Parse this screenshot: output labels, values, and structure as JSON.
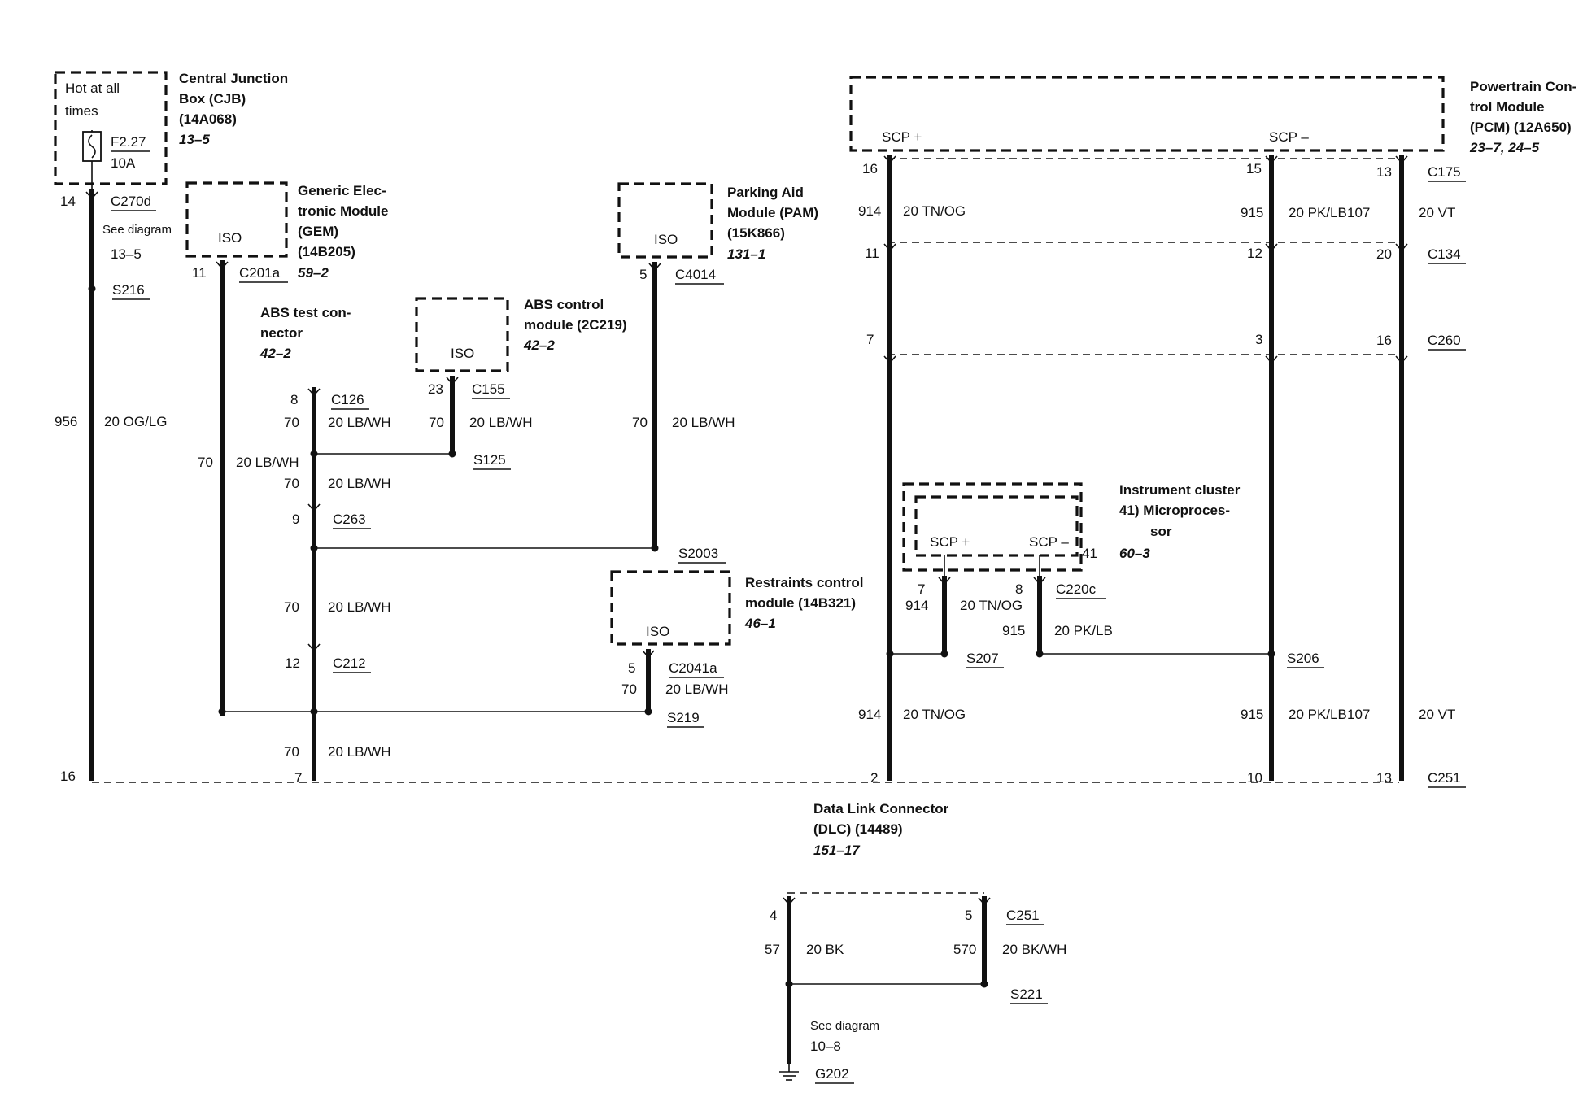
{
  "modules": {
    "cjb": {
      "hot_text_1": "Hot at all",
      "hot_text_2": "times",
      "name_1": "Central Junction",
      "name_2": "Box (CJB)",
      "name_3": "(14A068)",
      "ref": "13–5",
      "fuse_id": "F2.27",
      "fuse_amp": "10A"
    },
    "gem": {
      "iso": "ISO",
      "name_1": "Generic Elec-",
      "name_2": "tronic Module",
      "name_3": "(GEM)",
      "name_4": "(14B205)",
      "ref": "59–2"
    },
    "abs_test": {
      "name_1": "ABS test con-",
      "name_2": "nector",
      "ref": "42–2"
    },
    "abs_ctrl": {
      "iso": "ISO",
      "name_1": "ABS control",
      "name_2": "module (2C219)",
      "ref": "42–2"
    },
    "pam": {
      "iso": "ISO",
      "name_1": "Parking Aid",
      "name_2": "Module (PAM)",
      "name_3": "(15K866)",
      "ref": "131–1"
    },
    "pcm": {
      "name_1": "Powertrain Con-",
      "name_2": "trol Module",
      "name_3": "(PCM) (12A650)",
      "ref": "23–7, 24–5",
      "scp_plus": "SCP +",
      "scp_minus": "SCP –"
    },
    "rcm": {
      "iso": "ISO",
      "name_1": "Restraints control",
      "name_2": "module (14B321)",
      "ref": "46–1"
    },
    "ic": {
      "name_1": "Instrument cluster",
      "name_2": "41) Microproces-",
      "name_3": "sor",
      "ref": "60–3",
      "scp_plus": "SCP +",
      "scp_minus": "SCP –",
      "pin": "41"
    },
    "dlc": {
      "name_1": "Data Link Connector",
      "name_2": "(DLC) (14489)",
      "ref": "151–17"
    }
  },
  "connectors": {
    "c270d": "C270d",
    "c201a": "C201a",
    "c4014": "C4014",
    "c155": "C155",
    "c126": "C126",
    "c263": "C263",
    "c212": "C212",
    "c2041a": "C2041a",
    "c175": "C175",
    "c134": "C134",
    "c260": "C260",
    "c220c": "C220c",
    "c251": "C251",
    "c251b": "C251"
  },
  "splices": {
    "s216": "S216",
    "s125": "S125",
    "s2003": "S2003",
    "s219": "S219",
    "s207": "S207",
    "s206": "S206",
    "s221": "S221",
    "g202": "G202"
  },
  "see_diagram": {
    "cjb_line1": "See diagram",
    "cjb_line2": "13–5",
    "gnd_line1": "See diagram",
    "gnd_line2": "10–8"
  },
  "pins": {
    "cjb_14": "14",
    "gem_11": "11",
    "pam_5": "5",
    "abs_23": "23",
    "c126_8": "8",
    "c263_9": "9",
    "c212_12": "12",
    "rcm_5": "5",
    "dlc_16": "16",
    "dlc_7": "7",
    "dlc_2": "2",
    "dlc_10": "10",
    "dlc_13": "13",
    "pcm_16": "16",
    "pcm_15": "15",
    "pcm_13": "13",
    "c134_11": "11",
    "c134_12": "12",
    "c134_20": "20",
    "c260_7": "7",
    "c260_3": "3",
    "c260_16": "16",
    "ic_7": "7",
    "ic_8": "8",
    "gnd_4": "4",
    "gnd_5": "5"
  },
  "wires": {
    "w956_num": "956",
    "w956_col": "20 OG/LG",
    "gem_num": "70",
    "gem_col": "20 LB/WH",
    "c126_num": "70",
    "c126_col": "20 LB/WH",
    "abs_num": "70",
    "abs_col": "20 LB/WH",
    "pam_num": "70",
    "pam_col": "20 LB/WH",
    "mid_num": "70",
    "mid_col": "20 LB/WH",
    "c263_num": "70",
    "c263_col": "20 LB/WH",
    "c212_num": "70",
    "c212_col": "20 LB/WH",
    "rcm_num": "70",
    "rcm_col": "20 LB/WH",
    "top914_num": "914",
    "top914_col": "20 TN/OG",
    "top915_num": "915",
    "top915_col": "20 PK/LB",
    "top107_num": "107",
    "top107_col": "20 VT",
    "ic914_num": "914",
    "ic914_col": "20 TN/OG",
    "ic915_num": "915",
    "ic915_col": "20 PK/LB",
    "bot914_num": "914",
    "bot914_col": "20 TN/OG",
    "bot915_num": "915",
    "bot915_col": "20 PK/LB",
    "bot107_num": "107",
    "bot107_col": "20 VT",
    "gnd57_num": "57",
    "gnd57_col": "20 BK",
    "gnd570_num": "570",
    "gnd570_col": "20 BK/WH"
  }
}
